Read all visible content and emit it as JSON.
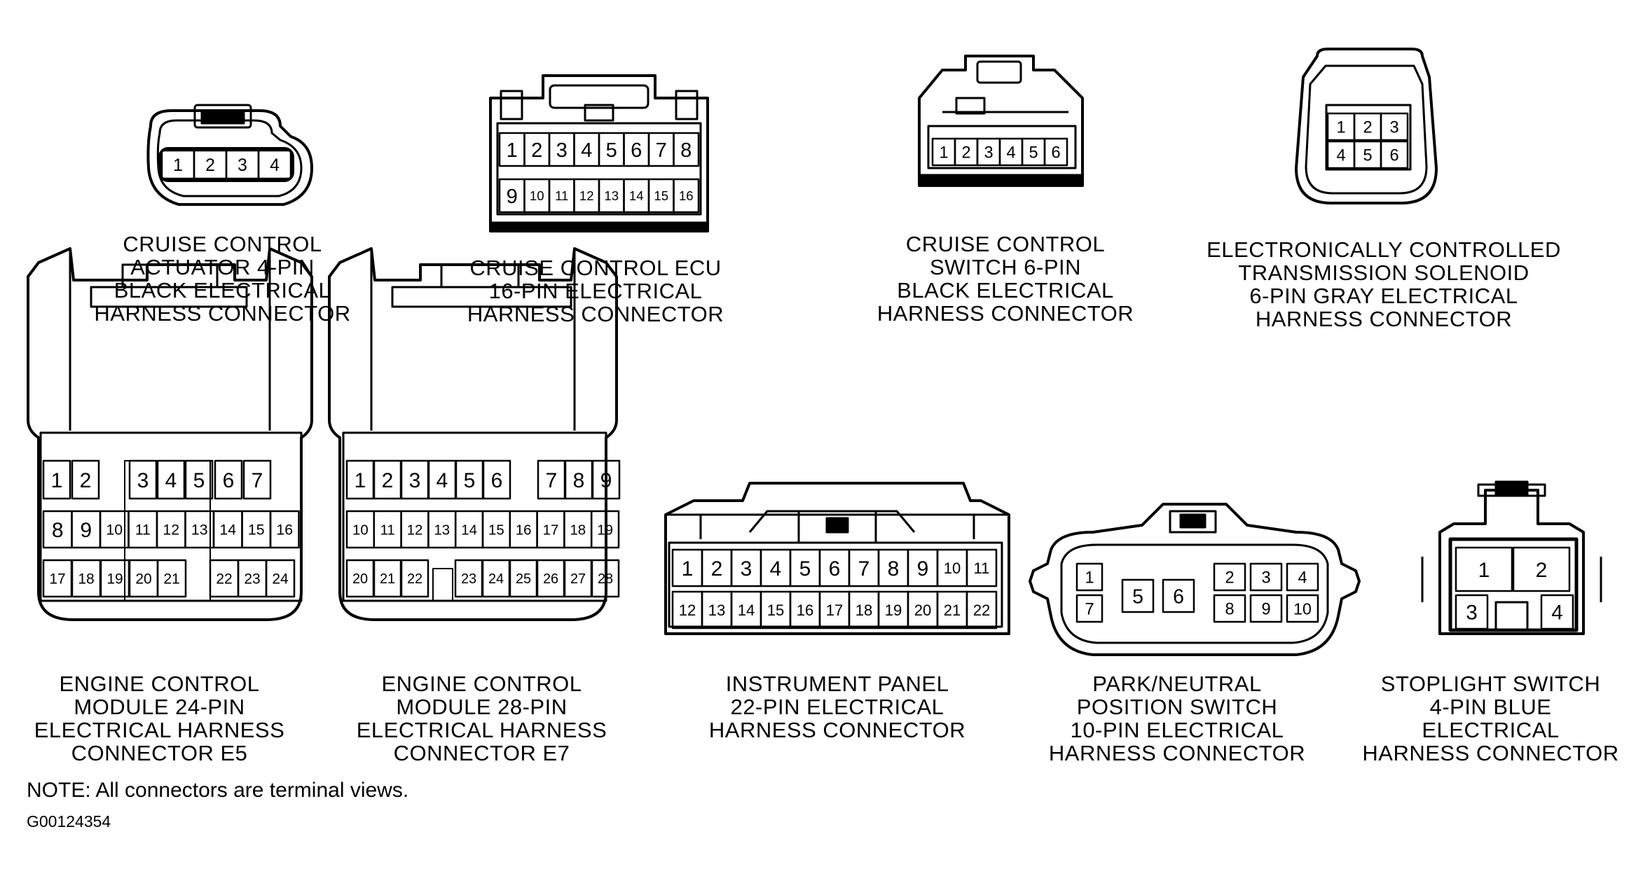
{
  "connectors": [
    {
      "id": "cc-actuator",
      "caption": [
        "CRUISE CONTROL",
        "ACTUATOR 4-PIN",
        "BLACK ELECTRICAL",
        "HARNESS CONNECTOR"
      ],
      "pin_rows": [
        [
          "1",
          "2",
          "3",
          "4"
        ]
      ]
    },
    {
      "id": "cc-ecu",
      "caption": [
        "CRUISE CONTROL ECU",
        "16-PIN ELECTRICAL",
        "HARNESS CONNECTOR"
      ],
      "pin_rows": [
        [
          "1",
          "2",
          "3",
          "4",
          "5",
          "6",
          "7",
          "8"
        ],
        [
          "9",
          "10",
          "11",
          "12",
          "13",
          "14",
          "15",
          "16"
        ]
      ]
    },
    {
      "id": "cc-switch",
      "caption": [
        "CRUISE CONTROL",
        "SWITCH 6-PIN",
        "BLACK  ELECTRICAL",
        "HARNESS CONNECTOR"
      ],
      "pin_rows": [
        [
          "1",
          "2",
          "3",
          "4",
          "5",
          "6"
        ]
      ]
    },
    {
      "id": "ect-solenoid",
      "caption": [
        "ELECTRONICALLY CONTROLLED",
        "TRANSMISSION SOLENOID",
        "6-PIN GRAY ELECTRICAL",
        "HARNESS CONNECTOR"
      ],
      "pin_rows": [
        [
          "1",
          "2",
          "3"
        ],
        [
          "4",
          "5",
          "6"
        ]
      ]
    },
    {
      "id": "ecm-e5",
      "caption": [
        "ENGINE CONTROL",
        "MODULE 24-PIN",
        "ELECTRICAL HARNESS",
        "CONNECTOR E5"
      ],
      "pin_rows": [
        [
          "1",
          "2",
          "3",
          "4",
          "5",
          "6",
          "7"
        ],
        [
          "8",
          "9",
          "10",
          "11",
          "12",
          "13",
          "14",
          "15",
          "16"
        ],
        [
          "17",
          "18",
          "19",
          "20",
          "21",
          "22",
          "23",
          "24"
        ]
      ]
    },
    {
      "id": "ecm-e7",
      "caption": [
        "ENGINE CONTROL",
        "MODULE 28-PIN",
        "ELECTRICAL HARNESS",
        "CONNECTOR E7"
      ],
      "pin_rows": [
        [
          "1",
          "2",
          "3",
          "4",
          "5",
          "6",
          "7",
          "8",
          "9"
        ],
        [
          "10",
          "11",
          "12",
          "13",
          "14",
          "15",
          "16",
          "17",
          "18",
          "19"
        ],
        [
          "20",
          "21",
          "22",
          "23",
          "24",
          "25",
          "26",
          "27",
          "28"
        ]
      ]
    },
    {
      "id": "instrument-panel",
      "caption": [
        "INSTRUMENT PANEL",
        "22-PIN ELECTRICAL",
        "HARNESS CONNECTOR"
      ],
      "pin_rows": [
        [
          "1",
          "2",
          "3",
          "4",
          "5",
          "6",
          "7",
          "8",
          "9",
          "10",
          "11"
        ],
        [
          "12",
          "13",
          "14",
          "15",
          "16",
          "17",
          "18",
          "19",
          "20",
          "21",
          "22"
        ]
      ]
    },
    {
      "id": "park-neutral",
      "caption": [
        "PARK/NEUTRAL",
        "POSITION SWITCH",
        "10-PIN ELECTRICAL",
        "HARNESS CONNECTOR"
      ],
      "pin_rows": [
        [
          "1",
          "5",
          "6",
          "2",
          "3",
          "4"
        ],
        [
          "7",
          "8",
          "9",
          "10"
        ]
      ]
    },
    {
      "id": "stoplight",
      "caption": [
        "STOPLIGHT SWITCH",
        "4-PIN BLUE",
        "ELECTRICAL",
        "HARNESS CONNECTOR"
      ],
      "pin_rows": [
        [
          "1",
          "2"
        ],
        [
          "3",
          "4"
        ]
      ]
    }
  ],
  "note": "NOTE:  All connectors are terminal views.",
  "figure_code": "G00124354"
}
